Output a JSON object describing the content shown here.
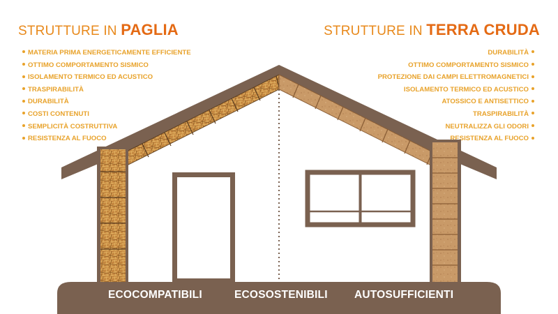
{
  "left": {
    "title_prefix": "STRUTTURE IN ",
    "title_highlight": "PAGLIA",
    "items": [
      "MATERIA PRIMA ENERGETICAMENTE EFFICIENTE",
      "OTTIMO COMPORTAMENTO SISMICO",
      "ISOLAMENTO TERMICO ED ACUSTICO",
      "TRASPIRABILITÀ",
      "DURABILITÀ",
      "COSTI CONTENUTI",
      "SEMPLICITÀ COSTRUTTIVA",
      "RESISTENZA AL FUOCO"
    ]
  },
  "right": {
    "title_prefix": "STRUTTURE IN ",
    "title_highlight": "TERRA CRUDA",
    "items": [
      "DURABILITÀ",
      "OTTIMO COMPORTAMENTO SISMICO",
      "PROTEZIONE DAI CAMPI ELETTROMAGNETICI",
      "ISOLAMENTO TERMICO ED ACUSTICO",
      "ATOSSICO E ANTISETTICO",
      "TRASPIRABILITÀ",
      "NEUTRALIZZA GLI ODORI",
      "RESISTENZA AL FUOCO"
    ]
  },
  "base_labels": [
    "ECOCOMPATIBILI",
    "ECOSOSTENIBILI",
    "AUTOSUFFICIENTI"
  ],
  "colors": {
    "frame_brown": "#7a6150",
    "title_orange": "#e46a14",
    "text_orange": "#e8a22a",
    "straw": "#c4863f",
    "earth": "#c99a68"
  }
}
